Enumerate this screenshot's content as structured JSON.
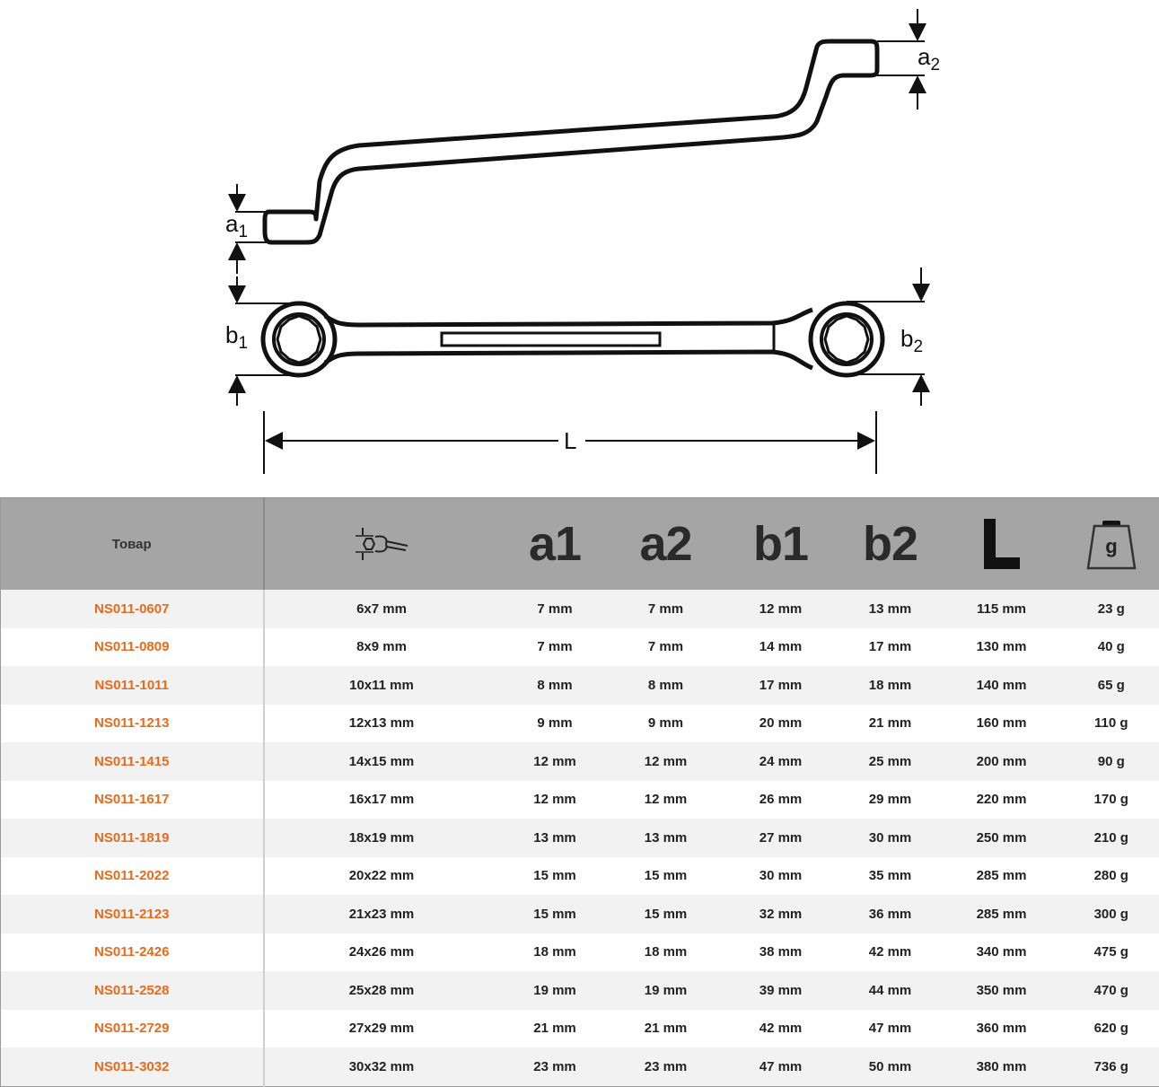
{
  "diagram": {
    "labels": {
      "a1": "a",
      "a1_sub": "1",
      "a2": "a",
      "a2_sub": "2",
      "b1": "b",
      "b1_sub": "1",
      "b2": "b",
      "b2_sub": "2",
      "L": "L"
    }
  },
  "table": {
    "columns": {
      "product": "Товар",
      "size_icon": "wrench-size-icon",
      "a1": "a1",
      "a2": "a2",
      "b1": "b1",
      "b2": "b2",
      "L": "L",
      "weight_icon": "weight-icon",
      "weight_label": "g"
    },
    "rows": [
      {
        "product": "NS011-0607",
        "size": "6x7 mm",
        "a1": "7 mm",
        "a2": "7 mm",
        "b1": "12 mm",
        "b2": "13 mm",
        "L": "115 mm",
        "weight": "23 g"
      },
      {
        "product": "NS011-0809",
        "size": "8x9 mm",
        "a1": "7 mm",
        "a2": "7 mm",
        "b1": "14 mm",
        "b2": "17 mm",
        "L": "130 mm",
        "weight": "40 g"
      },
      {
        "product": "NS011-1011",
        "size": "10x11 mm",
        "a1": "8 mm",
        "a2": "8 mm",
        "b1": "17 mm",
        "b2": "18 mm",
        "L": "140 mm",
        "weight": "65 g"
      },
      {
        "product": "NS011-1213",
        "size": "12x13 mm",
        "a1": "9 mm",
        "a2": "9 mm",
        "b1": "20 mm",
        "b2": "21 mm",
        "L": "160 mm",
        "weight": "110 g"
      },
      {
        "product": "NS011-1415",
        "size": "14x15 mm",
        "a1": "12 mm",
        "a2": "12 mm",
        "b1": "24 mm",
        "b2": "25 mm",
        "L": "200 mm",
        "weight": "90 g"
      },
      {
        "product": "NS011-1617",
        "size": "16x17 mm",
        "a1": "12 mm",
        "a2": "12 mm",
        "b1": "26 mm",
        "b2": "29 mm",
        "L": "220 mm",
        "weight": "170 g"
      },
      {
        "product": "NS011-1819",
        "size": "18x19 mm",
        "a1": "13 mm",
        "a2": "13 mm",
        "b1": "27 mm",
        "b2": "30 mm",
        "L": "250 mm",
        "weight": "210 g"
      },
      {
        "product": "NS011-2022",
        "size": "20x22 mm",
        "a1": "15 mm",
        "a2": "15 mm",
        "b1": "30 mm",
        "b2": "35 mm",
        "L": "285 mm",
        "weight": "280 g"
      },
      {
        "product": "NS011-2123",
        "size": "21x23 mm",
        "a1": "15 mm",
        "a2": "15 mm",
        "b1": "32 mm",
        "b2": "36 mm",
        "L": "285 mm",
        "weight": "300 g"
      },
      {
        "product": "NS011-2426",
        "size": "24x26 mm",
        "a1": "18 mm",
        "a2": "18 mm",
        "b1": "38 mm",
        "b2": "42 mm",
        "L": "340 mm",
        "weight": "475 g"
      },
      {
        "product": "NS011-2528",
        "size": "25x28 mm",
        "a1": "19 mm",
        "a2": "19 mm",
        "b1": "39 mm",
        "b2": "44 mm",
        "L": "350 mm",
        "weight": "470 g"
      },
      {
        "product": "NS011-2729",
        "size": "27x29 mm",
        "a1": "21 mm",
        "a2": "21 mm",
        "b1": "42 mm",
        "b2": "47 mm",
        "L": "360 mm",
        "weight": "620 g"
      },
      {
        "product": "NS011-3032",
        "size": "30x32 mm",
        "a1": "23 mm",
        "a2": "23 mm",
        "b1": "47 mm",
        "b2": "50 mm",
        "L": "380 mm",
        "weight": "736 g"
      }
    ],
    "colors": {
      "header_bg": "#a5a5a5",
      "product_link": "#e86a1a",
      "row_alt": "#f2f2f2"
    }
  }
}
